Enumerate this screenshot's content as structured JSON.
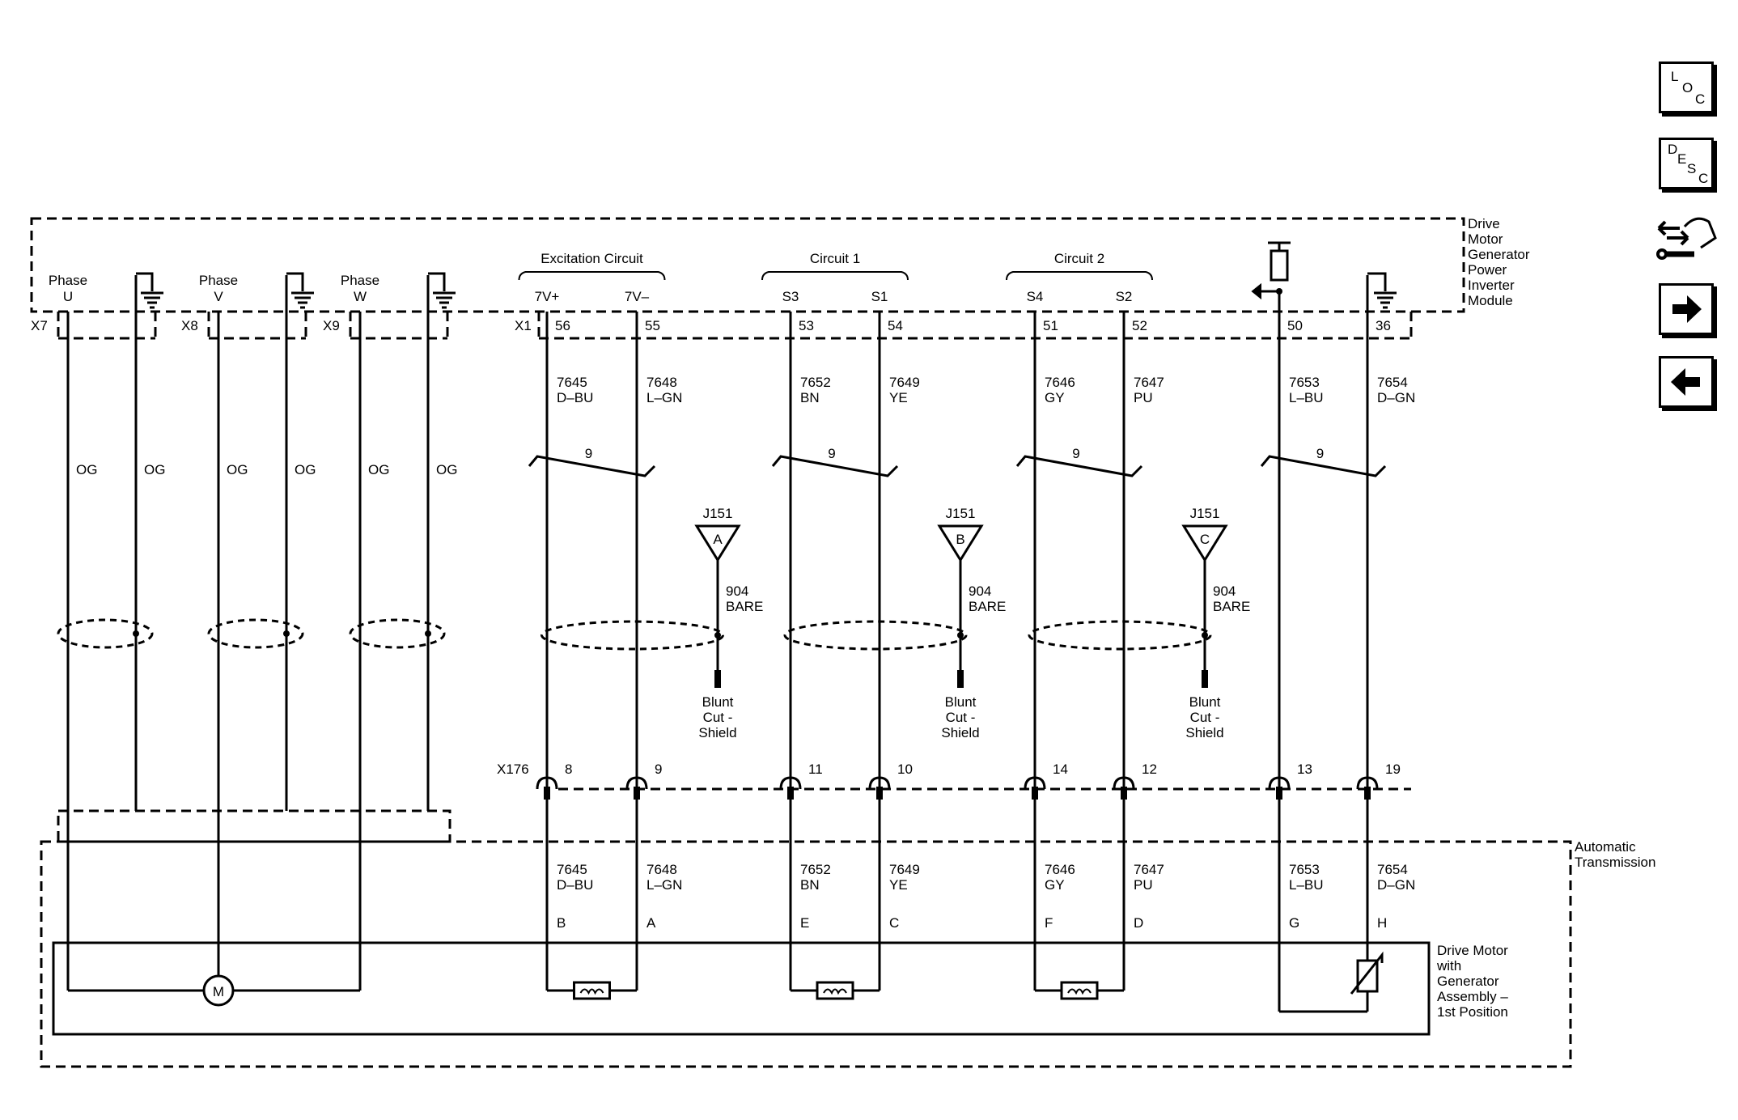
{
  "modules": {
    "inverter": [
      "Drive",
      "Motor",
      "Generator",
      "Power",
      "Inverter",
      "Module"
    ],
    "transmission": [
      "Automatic",
      "Transmission"
    ],
    "motor": [
      "Drive Motor",
      "with",
      "Generator",
      "Assembly –",
      "1st Position"
    ]
  },
  "phases": [
    {
      "label": "Phase",
      "phase": "U",
      "connector": "X7"
    },
    {
      "label": "Phase",
      "phase": "V",
      "connector": "X8"
    },
    {
      "label": "Phase",
      "phase": "W",
      "connector": "X9"
    }
  ],
  "wire_color_phase": "OG",
  "motor_symbol": "M",
  "connectors": {
    "x1": "X1",
    "x176": "X176"
  },
  "groups": [
    {
      "title": "Excitation Circuit",
      "left": "7V+",
      "right": "7V–",
      "twist": "9",
      "junction": "J151",
      "junction_pin": "A",
      "shield_circuit": "904",
      "shield_color": "BARE",
      "shield_end": [
        "Blunt",
        "Cut -",
        "Shield"
      ]
    },
    {
      "title": "Circuit 1",
      "left": "S3",
      "right": "S1",
      "twist": "9",
      "junction": "J151",
      "junction_pin": "B",
      "shield_circuit": "904",
      "shield_color": "BARE",
      "shield_end": [
        "Blunt",
        "Cut -",
        "Shield"
      ]
    },
    {
      "title": "Circuit 2",
      "left": "S4",
      "right": "S2",
      "twist": "9",
      "junction": "J151",
      "junction_pin": "C",
      "shield_circuit": "904",
      "shield_color": "BARE",
      "shield_end": [
        "Blunt",
        "Cut -",
        "Shield"
      ]
    },
    {
      "title": "",
      "twist": "9"
    }
  ],
  "wires": [
    {
      "x1_pin": "56",
      "circuit": "7645",
      "color": "D–BU",
      "x176_pin": "8",
      "term": "B"
    },
    {
      "x1_pin": "55",
      "circuit": "7648",
      "color": "L–GN",
      "x176_pin": "9",
      "term": "A"
    },
    {
      "x1_pin": "53",
      "circuit": "7652",
      "color": "BN",
      "x176_pin": "11",
      "term": "E"
    },
    {
      "x1_pin": "54",
      "circuit": "7649",
      "color": "YE",
      "x176_pin": "10",
      "term": "C"
    },
    {
      "x1_pin": "51",
      "circuit": "7646",
      "color": "GY",
      "x176_pin": "14",
      "term": "F"
    },
    {
      "x1_pin": "52",
      "circuit": "7647",
      "color": "PU",
      "x176_pin": "12",
      "term": "D"
    },
    {
      "x1_pin": "50",
      "circuit": "7653",
      "color": "L–BU",
      "x176_pin": "13",
      "term": "G"
    },
    {
      "x1_pin": "36",
      "circuit": "7654",
      "color": "D–GN",
      "x176_pin": "19",
      "term": "H"
    }
  ],
  "nav": {
    "loc": [
      "L",
      "O",
      "C"
    ],
    "desc": [
      "D",
      "E",
      "S",
      "C"
    ]
  }
}
